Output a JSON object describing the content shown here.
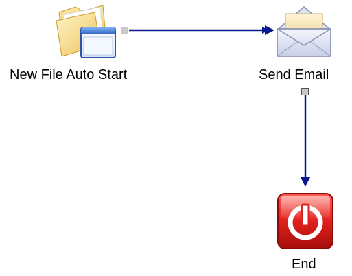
{
  "diagram": {
    "nodes": [
      {
        "id": "new-file-auto-start",
        "label": "New File Auto Start",
        "icon": "folder-window-icon"
      },
      {
        "id": "send-email",
        "label": "Send Email",
        "icon": "envelope-icon"
      },
      {
        "id": "end",
        "label": "End",
        "icon": "power-stop-icon"
      }
    ],
    "connections": [
      {
        "from": "new-file-auto-start",
        "to": "send-email"
      },
      {
        "from": "send-email",
        "to": "end"
      }
    ],
    "colors": {
      "connector": "#0a1a8c",
      "port_fill": "#c8c8c8",
      "port_border": "#555555",
      "end_red": "#e0201c",
      "folder_yellow": "#f2d070",
      "window_blue": "#4a7fd6"
    }
  }
}
